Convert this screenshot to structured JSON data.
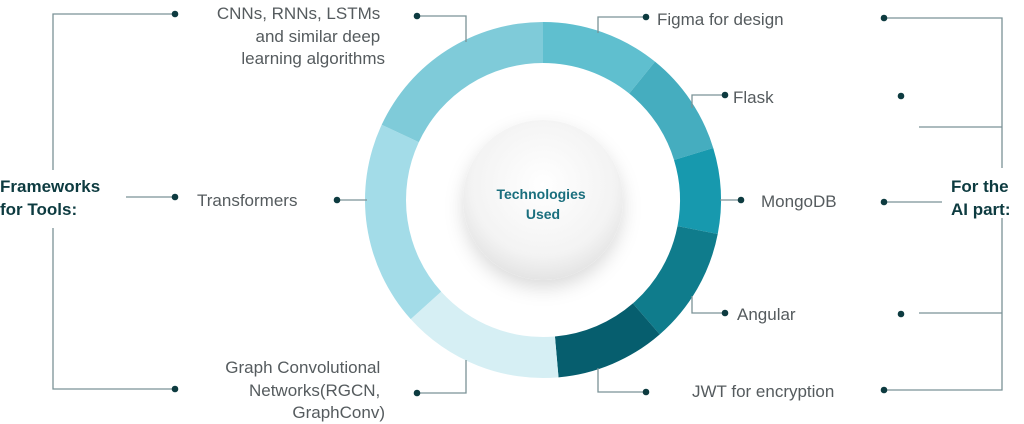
{
  "center_label": [
    "Technologies",
    "Used"
  ],
  "left_group": {
    "title": [
      "Frameworks",
      "for Tools:"
    ],
    "items": [
      {
        "lines": [
          "CNNs, RNNs, LSTMs",
          "and similar deep",
          "learning algorithms"
        ]
      },
      {
        "lines": [
          "Transformers"
        ]
      },
      {
        "lines": [
          "Graph Convolutional",
          "Networks(RGCN,",
          "GraphConv)"
        ]
      }
    ]
  },
  "right_group": {
    "title": [
      "For the",
      "AI part:"
    ],
    "items": [
      {
        "lines": [
          "Figma for design"
        ]
      },
      {
        "lines": [
          "Flask"
        ]
      },
      {
        "lines": [
          "MongoDB"
        ]
      },
      {
        "lines": [
          "Angular"
        ]
      },
      {
        "lines": [
          "JWT for encryption"
        ]
      }
    ]
  },
  "ring_segments": [
    {
      "label": "Figma for design",
      "start_deg": 0,
      "end_deg": 39,
      "color": "#5fbfcf"
    },
    {
      "label": "Flask",
      "start_deg": 39,
      "end_deg": 73,
      "color": "#45adbf"
    },
    {
      "label": "MongoDB",
      "start_deg": 73,
      "end_deg": 101,
      "color": "#1799ae"
    },
    {
      "label": "Angular",
      "start_deg": 101,
      "end_deg": 139,
      "color": "#0f7c8c"
    },
    {
      "label": "JWT for encryption",
      "start_deg": 139,
      "end_deg": 175,
      "color": "#065e6e"
    },
    {
      "label": "Graph Convolutional Networks",
      "start_deg": 175,
      "end_deg": 228,
      "color": "#d6eff4"
    },
    {
      "label": "Transformers",
      "start_deg": 228,
      "end_deg": 295,
      "color": "#a3dce8"
    },
    {
      "label": "CNNs, RNNs, LSTMs",
      "start_deg": 295,
      "end_deg": 360,
      "color": "#7fcbd9"
    }
  ]
}
